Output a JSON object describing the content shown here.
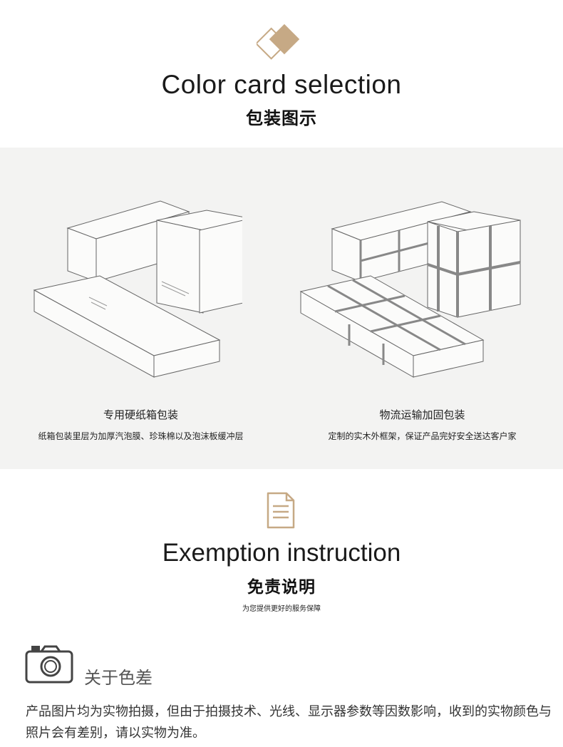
{
  "section_packaging": {
    "icon": "diamond-icon",
    "title_en": "Color card selection",
    "title_cn": "包装图示",
    "left": {
      "caption": "专用硬纸箱包装",
      "description": "纸箱包装里层为加厚汽泡膜、珍珠棉以及泡沫板缓冲层"
    },
    "right": {
      "caption": "物流运输加固包装",
      "description": "定制的实木外框架，保证产品完好安全送达客户家"
    }
  },
  "section_exemption": {
    "icon": "document-icon",
    "title_en": "Exemption instruction",
    "title_cn": "免责说明",
    "subtitle": "为您提供更好的服务保障"
  },
  "notice": {
    "icon": "camera-icon",
    "heading": "关于色差",
    "body": "产品图片均为实物拍摄，但由于拍摄技术、光线、显示器参数等因数影响，收到的实物颜色与照片会有差别，请以实物为准。"
  },
  "colors": {
    "accent": "#c6a985",
    "panel_bg": "#f3f3f2",
    "line": "#777777"
  }
}
